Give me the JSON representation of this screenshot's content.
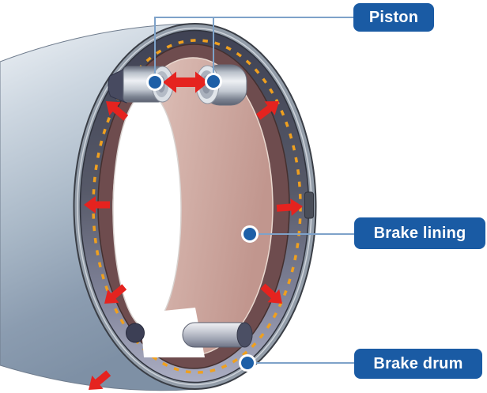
{
  "figure": {
    "type": "drum-brake-diagram",
    "callouts": [
      {
        "id": "piston",
        "label": "Piston"
      },
      {
        "id": "brake_lining",
        "label": "Brake lining"
      },
      {
        "id": "brake_drum",
        "label": "Brake drum"
      }
    ]
  },
  "colors": {
    "figure_bg": "#ffffff",
    "label_bg": "#1a5ba4",
    "label_text": "#ffffff",
    "leader_line": "#7ea2c9",
    "callout_dot": "#1d5fa7",
    "force_arrow": "#e5231f",
    "dash_line": "#efa01f",
    "drum_metal_light": "#eef2f6",
    "drum_metal_dark": "#7e90a5",
    "inner_band_dark": "#3f4254",
    "shoe_maroon": "#6e4c4e",
    "lining_pink": "#d7b6ae"
  }
}
